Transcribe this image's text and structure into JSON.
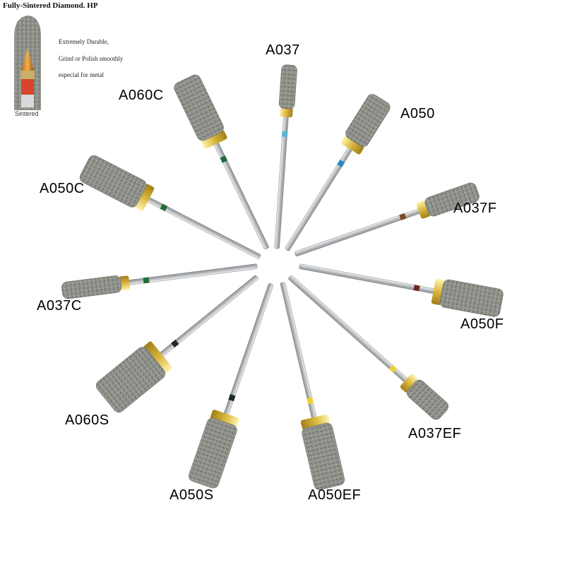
{
  "header": {
    "title": "Fully-Sintered Diamond. HP",
    "features": [
      "Extremely Durable,",
      "Grind or Polish smoothly",
      "especial for metal"
    ],
    "inset_label": "Sintered"
  },
  "burs": [
    {
      "code": "A037",
      "ring_color": "#5fb4d6"
    },
    {
      "code": "A050",
      "ring_color": "#2a86c8"
    },
    {
      "code": "A037F",
      "ring_color": "#7a4b2a"
    },
    {
      "code": "A050F",
      "ring_color": "#6b2b20"
    },
    {
      "code": "A037EF",
      "ring_color": "#e9d13a"
    },
    {
      "code": "A050EF",
      "ring_color": "#f2d12c"
    },
    {
      "code": "A050S",
      "ring_color": "#1d2a22"
    },
    {
      "code": "A060S",
      "ring_color": "#1e2a24"
    },
    {
      "code": "A037C",
      "ring_color": "#1f6b3a"
    },
    {
      "code": "A050C",
      "ring_color": "#1f6b3a"
    },
    {
      "code": "A060C",
      "ring_color": "#1f6b3a"
    }
  ],
  "colors": {
    "shank": "#c9cbcd",
    "collar": "#e8c84a",
    "diamond_head": "#8e918a",
    "inset_ring": "#d8452c"
  }
}
